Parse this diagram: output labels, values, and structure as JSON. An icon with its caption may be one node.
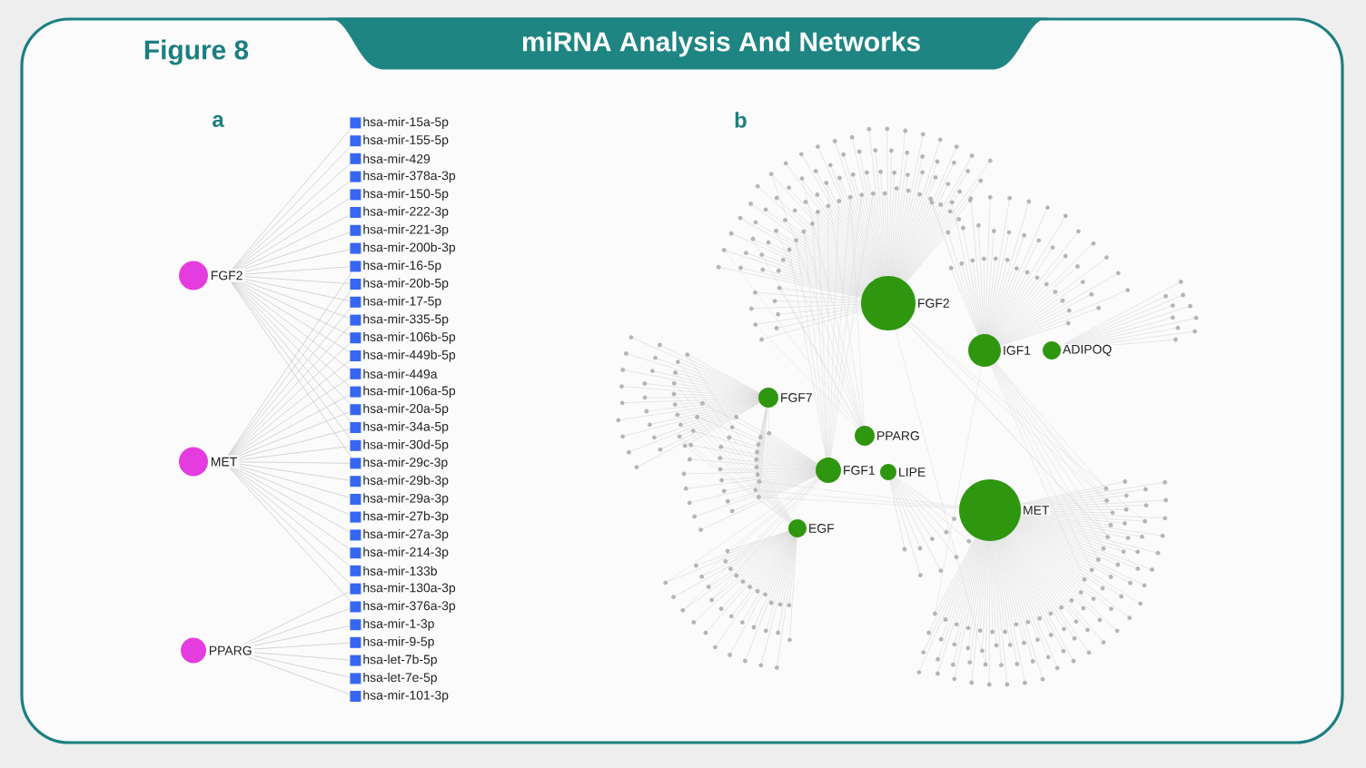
{
  "diagram": {
    "title": "miRNA Analysis And Networks",
    "nodes": [
      {
        "text": [
          "FGF2"
        ]
      },
      {
        "text": [
          "MET"
        ]
      },
      {
        "text": [
          "PPARG"
        ]
      },
      {
        "text": [
          "hsa-mir-15a-5p"
        ]
      },
      {
        "text": [
          "hsa-mir-155-5p"
        ]
      },
      {
        "text": [
          "hsa-mir-429"
        ]
      },
      {
        "text": [
          "hsa-mir-378a-3p"
        ]
      },
      {
        "text": [
          "hsa-mir-150-5p"
        ]
      },
      {
        "text": [
          "hsa-mir-222-3p"
        ]
      },
      {
        "text": [
          "hsa-mir-221-3p"
        ]
      },
      {
        "text": [
          "hsa-mir-200b-3p"
        ]
      },
      {
        "text": [
          "hsa-mir-16-5p"
        ]
      },
      {
        "text": [
          "hsa-mir-20b-5p"
        ]
      },
      {
        "text": [
          "hsa-mir-17-5p"
        ]
      },
      {
        "text": [
          "hsa-mir-335-5p"
        ]
      },
      {
        "text": [
          "hsa-mir-106b-5p"
        ]
      },
      {
        "text": [
          "hsa-mir-449b-5p"
        ]
      },
      {
        "text": [
          "hsa-mir-449a"
        ]
      },
      {
        "text": [
          "hsa-mir-106a-5p"
        ]
      },
      {
        "text": [
          "hsa-mir-20a-5p"
        ]
      },
      {
        "text": [
          "hsa-mir-34a-5p"
        ]
      },
      {
        "text": [
          "hsa-mir-30d-5p"
        ]
      },
      {
        "text": [
          "hsa-mir-29c-3p"
        ]
      },
      {
        "text": [
          "hsa-mir-29b-3p"
        ]
      },
      {
        "text": [
          "hsa-mir-29a-3p"
        ]
      },
      {
        "text": [
          "hsa-mir-27b-3p"
        ]
      },
      {
        "text": [
          "hsa-mir-27a-3p"
        ]
      },
      {
        "text": [
          "hsa-mir-214-3p"
        ]
      },
      {
        "text": [
          "hsa-mir-133b"
        ]
      },
      {
        "text": [
          "hsa-mir-130a-3p"
        ]
      },
      {
        "text": [
          "hsa-mir-376a-3p"
        ]
      },
      {
        "text": [
          "hsa-mir-1-3p"
        ]
      },
      {
        "text": [
          "hsa-mir-9-5p"
        ]
      },
      {
        "text": [
          "hsa-let-7b-5p"
        ]
      },
      {
        "text": [
          "hsa-let-7e-5p"
        ]
      },
      {
        "text": [
          "hsa-mir-101-3p"
        ]
      },
      {
        "text": [
          "FGF2"
        ]
      },
      {
        "text": [
          "IGF1"
        ]
      },
      {
        "text": [
          "ADIPOQ"
        ]
      },
      {
        "text": [
          "FGF7"
        ]
      },
      {
        "text": [
          "PPARG"
        ]
      },
      {
        "text": [
          "FGF1"
        ]
      },
      {
        "text": [
          "LIPE"
        ]
      },
      {
        "text": [
          "MET"
        ]
      },
      {
        "text": [
          "EGF"
        ]
      }
    ],
    "edges": [
      {
        "from": 0,
        "to": 3,
        "arrow": "none"
      },
      {
        "from": 0,
        "to": 4,
        "arrow": "none"
      },
      {
        "from": 0,
        "to": 5,
        "arrow": "none"
      },
      {
        "from": 0,
        "to": 6,
        "arrow": "none"
      },
      {
        "from": 0,
        "to": 7,
        "arrow": "none"
      },
      {
        "from": 0,
        "to": 8,
        "arrow": "none"
      },
      {
        "from": 0,
        "to": 9,
        "arrow": "none"
      },
      {
        "from": 0,
        "to": 10,
        "arrow": "none"
      },
      {
        "from": 0,
        "to": 11,
        "arrow": "none"
      },
      {
        "from": 0,
        "to": 12,
        "arrow": "none"
      },
      {
        "from": 0,
        "to": 13,
        "arrow": "none"
      },
      {
        "from": 0,
        "to": 14,
        "arrow": "none"
      },
      {
        "from": 0,
        "to": 15,
        "arrow": "none"
      },
      {
        "from": 0,
        "to": 16,
        "arrow": "none"
      },
      {
        "from": 0,
        "to": 17,
        "arrow": "none"
      },
      {
        "from": 0,
        "to": 18,
        "arrow": "none"
      },
      {
        "from": 0,
        "to": 19,
        "arrow": "none"
      },
      {
        "from": 0,
        "to": 20,
        "arrow": "none"
      },
      {
        "from": 0,
        "to": 21,
        "arrow": "none"
      },
      {
        "from": 0,
        "to": 22,
        "arrow": "none"
      },
      {
        "from": 1,
        "to": 11,
        "arrow": "none"
      },
      {
        "from": 1,
        "to": 12,
        "arrow": "none"
      },
      {
        "from": 1,
        "to": 13,
        "arrow": "none"
      },
      {
        "from": 1,
        "to": 14,
        "arrow": "none"
      },
      {
        "from": 1,
        "to": 15,
        "arrow": "none"
      },
      {
        "from": 1,
        "to": 16,
        "arrow": "none"
      },
      {
        "from": 1,
        "to": 17,
        "arrow": "none"
      },
      {
        "from": 1,
        "to": 18,
        "arrow": "none"
      },
      {
        "from": 1,
        "to": 19,
        "arrow": "none"
      },
      {
        "from": 1,
        "to": 20,
        "arrow": "none"
      },
      {
        "from": 1,
        "to": 21,
        "arrow": "none"
      },
      {
        "from": 1,
        "to": 22,
        "arrow": "none"
      },
      {
        "from": 1,
        "to": 23,
        "arrow": "none"
      },
      {
        "from": 1,
        "to": 24,
        "arrow": "none"
      },
      {
        "from": 1,
        "to": 25,
        "arrow": "none"
      },
      {
        "from": 1,
        "to": 26,
        "arrow": "none"
      },
      {
        "from": 1,
        "to": 27,
        "arrow": "none"
      },
      {
        "from": 1,
        "to": 28,
        "arrow": "none"
      },
      {
        "from": 1,
        "to": 29,
        "arrow": "none"
      },
      {
        "from": 1,
        "to": 30,
        "arrow": "none"
      },
      {
        "from": 2,
        "to": 29,
        "arrow": "none"
      },
      {
        "from": 2,
        "to": 30,
        "arrow": "none"
      },
      {
        "from": 2,
        "to": 31,
        "arrow": "none"
      },
      {
        "from": 2,
        "to": 32,
        "arrow": "none"
      },
      {
        "from": 2,
        "to": 33,
        "arrow": "none"
      },
      {
        "from": 2,
        "to": 34,
        "arrow": "none"
      },
      {
        "from": 2,
        "to": 35,
        "arrow": "none"
      }
    ],
    "labels": [
      "Figure 8",
      "a",
      "b"
    ]
  }
}
